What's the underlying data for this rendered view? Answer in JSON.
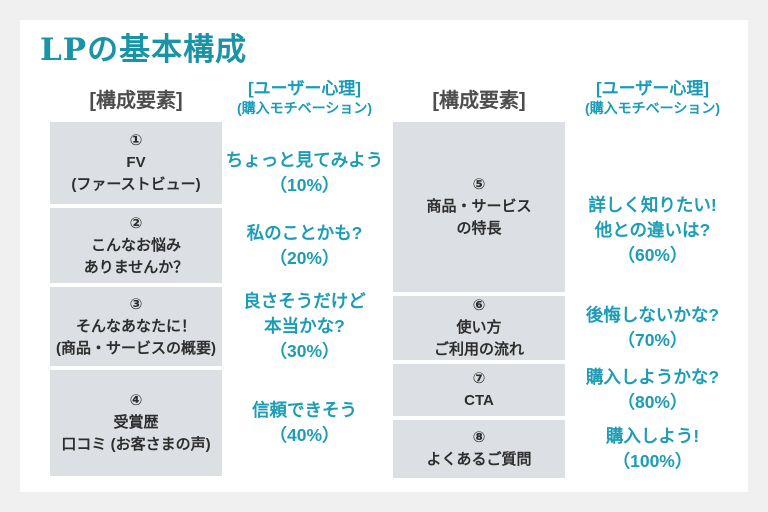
{
  "title": "LPの基本構成",
  "colors": {
    "title_teal": "#1a93a6",
    "accent_teal": "#1d9cb5",
    "box_background": "#dcdfe3",
    "box_text": "#2d2d2d",
    "header_gray": "#4d4d4d",
    "page_background": "#f0f0f1",
    "card_background": "#ffffff"
  },
  "left_group": {
    "header_elements": "[構成要素]",
    "header_psychology": "[ユーザー心理]",
    "header_psychology_sub": "(購入モチベーション)",
    "items": [
      {
        "element": "①\nFV\n(ファーストビュー)",
        "psychology": "ちょっと見てみよう\n（10%）",
        "percent": "10%"
      },
      {
        "element": "②\nこんなお悩み\nありませんか？",
        "psychology": "私のことかも?\n（20%）",
        "percent": "20%"
      },
      {
        "element": "③\nそんなあなたに！\n(商品・サービスの概要)",
        "psychology": "良さそうだけど\n本当かな?\n（30%）",
        "percent": "30%"
      },
      {
        "element": "④\n受賞歴\n口コミ (お客さまの声)",
        "psychology": "信頼できそう\n（40%）",
        "percent": "40%"
      }
    ]
  },
  "right_group": {
    "header_elements": "[構成要素]",
    "header_psychology": "[ユーザー心理]",
    "header_psychology_sub": "(購入モチベーション)",
    "items": [
      {
        "element": "⑤\n商品・サービス\nの特長",
        "psychology": "詳しく知りたい!\n他との違いは?\n（60%）",
        "percent": "60%"
      },
      {
        "element": "⑥\n使い方\nご利用の流れ",
        "psychology": "後悔しないかな?\n（70%）",
        "percent": "70%"
      },
      {
        "element": "⑦\nCTA",
        "psychology": "購入しようかな?\n（80%）",
        "percent": "80%"
      },
      {
        "element": "⑧\nよくあるご質問",
        "psychology": "購入しよう!\n（100%）",
        "percent": "100%"
      }
    ]
  }
}
